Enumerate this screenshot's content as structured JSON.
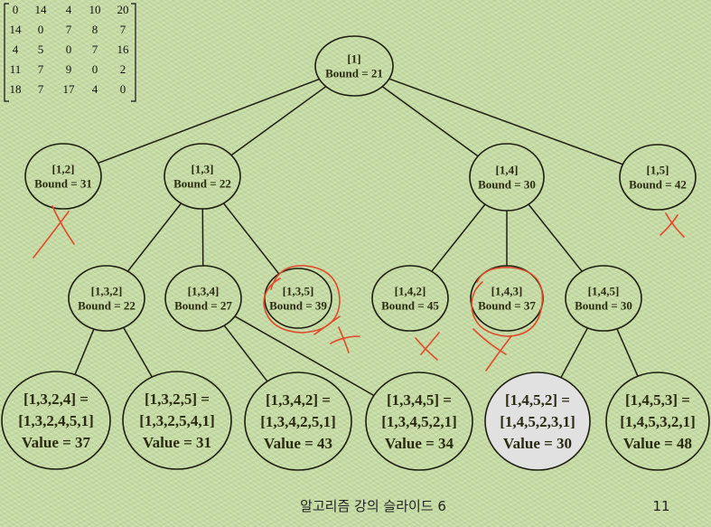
{
  "matrix": {
    "rows": [
      [
        "0",
        "14",
        "4",
        "10",
        "20"
      ],
      [
        "14",
        "0",
        "7",
        "8",
        "7"
      ],
      [
        "4",
        "5",
        "0",
        "7",
        "16"
      ],
      [
        "11",
        "7",
        "9",
        "0",
        "2"
      ],
      [
        "18",
        "7",
        "17",
        "4",
        "0"
      ]
    ]
  },
  "nodes": {
    "n1": {
      "lines": [
        "[1]",
        "Bound = 21"
      ]
    },
    "n12": {
      "lines": [
        "[1,2]",
        "Bound = 31"
      ],
      "pruned": true
    },
    "n13": {
      "lines": [
        "[1,3]",
        "Bound = 22"
      ]
    },
    "n14": {
      "lines": [
        "[1,4]",
        "Bound = 30"
      ]
    },
    "n15": {
      "lines": [
        "[1,5]",
        "Bound = 42"
      ],
      "pruned": true
    },
    "n132": {
      "lines": [
        "[1,3,2]",
        "Bound = 22"
      ]
    },
    "n134": {
      "lines": [
        "[1,3,4]",
        "Bound = 27"
      ]
    },
    "n135": {
      "lines": [
        "[1,3,5]",
        "Bound = 39"
      ],
      "pruned": true
    },
    "n142": {
      "lines": [
        "[1,4,2]",
        "Bound = 45"
      ],
      "pruned": true
    },
    "n143": {
      "lines": [
        "[1,4,3]",
        "Bound = 37"
      ],
      "pruned": true
    },
    "n145": {
      "lines": [
        "[1,4,5]",
        "Bound = 30"
      ]
    },
    "n1324": {
      "lines": [
        "[1,3,2,4] =",
        "[1,3,2,4,5,1]",
        "Value = 37"
      ]
    },
    "n1325": {
      "lines": [
        "[1,3,2,5] =",
        "[1,3,2,5,4,1]",
        "Value = 31"
      ]
    },
    "n1342": {
      "lines": [
        "[1,3,4,2] =",
        "[1,3,4,2,5,1]",
        "Value = 43"
      ]
    },
    "n1345": {
      "lines": [
        "[1,3,4,5] =",
        "[1,3,4,5,2,1]",
        "Value = 34"
      ]
    },
    "n1452": {
      "lines": [
        "[1,4,5,2] =",
        "[1,4,5,2,3,1]",
        "Value = 30"
      ],
      "optimal": true
    },
    "n1453": {
      "lines": [
        "[1,4,5,3] =",
        "[1,4,5,3,2,1]",
        "Value = 48"
      ]
    }
  },
  "colors": {
    "background": "#c8dfa6",
    "edge": "#1e1e10",
    "node_text": "#2a2a10",
    "prune_mark": "#e0492a",
    "optimal_fill": "#e1e1e1"
  },
  "footer": {
    "title": "알고리즘 강의 슬라이드 6",
    "page_number": "11"
  }
}
